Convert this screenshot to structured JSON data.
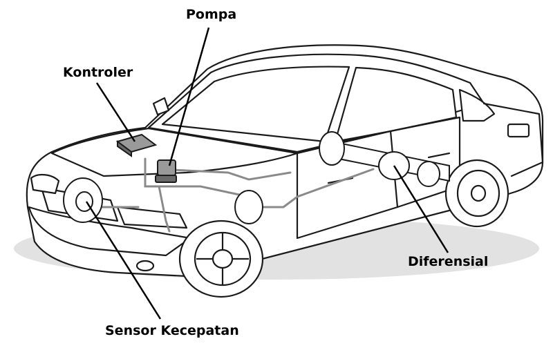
{
  "labels": {
    "pompa": "Pompa",
    "kontroler": "Kontroler",
    "diferensial": "Diferensial",
    "sensor_kecepatan": "Sensor Kecepatan"
  },
  "colors": {
    "outline": "#1a1a1a",
    "ghost_lines": "#8a8a8a",
    "shadow": "#d4d4d4",
    "highlight_part": "#9a9a9a"
  }
}
